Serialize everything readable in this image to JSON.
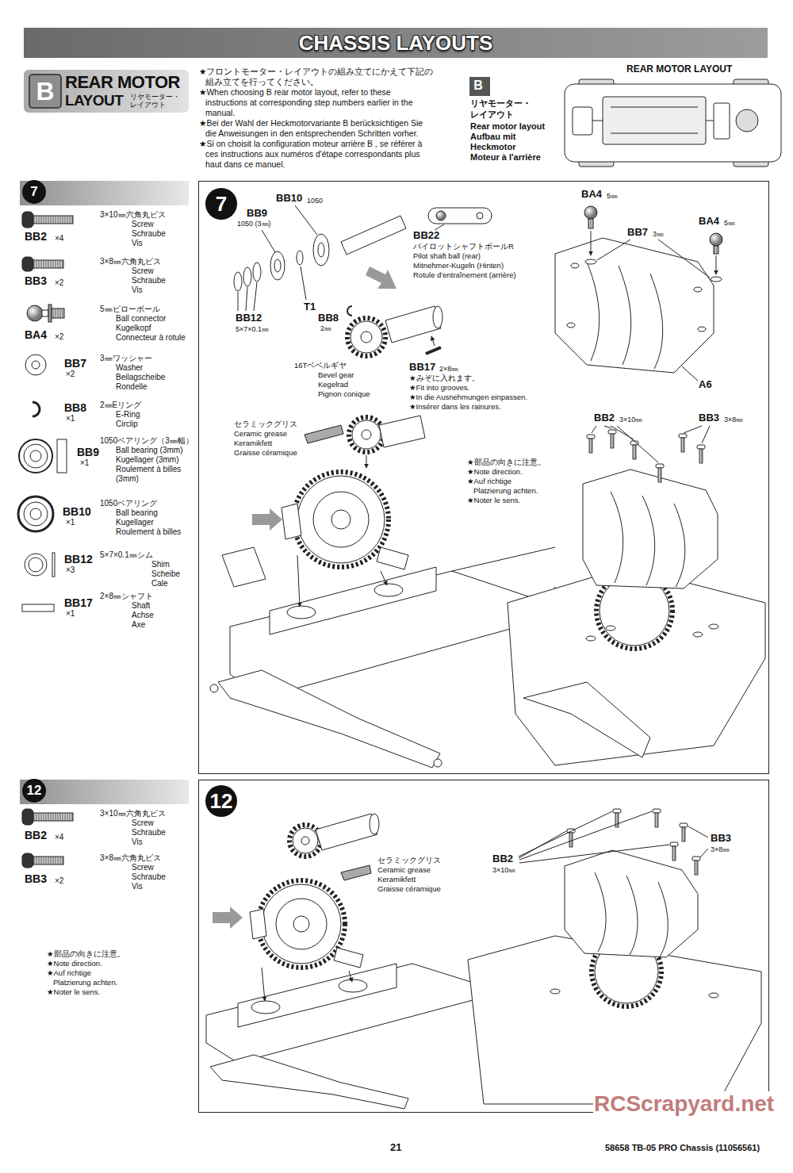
{
  "diagram": {
    "title": "CHASSIS LAYOUTS",
    "nodes": [
      {
        "text": [
          "B",
          "REAR MOTOR",
          "LAYOUT",
          "リヤモーター・ レイアウト"
        ]
      },
      {
        "text": [
          "B"
        ]
      },
      {
        "text": [
          "REAR MOTOR LAYOUT"
        ]
      },
      {
        "text": [
          "7"
        ]
      },
      {
        "text": [
          "7"
        ]
      },
      {
        "text": [
          "12"
        ]
      },
      {
        "text": [
          "12"
        ]
      }
    ],
    "labels": [
      "★フロントモーター・レイアウトの組み立てにかえて下記の",
      "組み立てを行ってください。",
      "★When choosing B rear motor layout, refer to these",
      "instructions at corresponding step numbers earlier in the",
      "manual.",
      "★Bei der Wahl der Heckmotorvariante B berücksichtigen Sie",
      "die Anweisungen in den entsprechenden Schritten vorher.",
      "★Si on choisit la configuration moteur arrière B , se référer à",
      "ces instructions aux numéros d'étape correspondants plus",
      "haut dans ce manuel.",
      "リヤモーター・",
      "レイアウト",
      "Rear motor layout",
      "Aufbau mit",
      "Heckmotor",
      "Moteur à l'arrière",
      "BB2",
      "×4",
      "3×10㎜六角丸ビス",
      "Screw",
      "Schraube",
      "Vis",
      "BB3",
      "×2",
      "3×8㎜六角丸ビス",
      "Screw",
      "Schraube",
      "Vis",
      "BA4",
      "×2",
      "5㎜ピローボール",
      "Ball connector",
      "Kugelkopf",
      "Connecteur à rotule",
      "BB7",
      "×2",
      "3㎜ワッシャー",
      "Washer",
      "Beilagscheibe",
      "Rondelle",
      "BB8",
      "×1",
      "2㎜Eリング",
      "E-Ring",
      "Circlip",
      "BB9",
      "×1",
      "1050ベアリング（3㎜幅）",
      "Ball bearing (3mm)",
      "Kugellager (3mm)",
      "Roulement à billes",
      "(3mm)",
      "BB10",
      "×1",
      "1050ベアリング",
      "Ball bearing",
      "Kugellager",
      "Roulement à billes",
      "BB12",
      "×3",
      "5×7×0.1㎜シム",
      "Shim",
      "Scheibe",
      "Cale",
      "BB17",
      "×1",
      "2×8㎜シャフト",
      "Shaft",
      "Achse",
      "Axe",
      "BB2",
      "×4",
      "3×10㎜六角丸ビス",
      "Screw",
      "Schraube",
      "Vis",
      "BB3",
      "×2",
      "3×8㎜六角丸ビス",
      "Screw",
      "Schraube",
      "Vis",
      "BB10",
      "1050",
      "BB9",
      "1050 (3㎜)",
      "BB22",
      "パイロットシャフトボールR",
      "Pilot shaft ball (rear)",
      "Mitnehmer-Kugeln (Hinten)",
      "Rotule d'entraînement (arrière)",
      "T1",
      "BB8",
      "2㎜",
      "BB12",
      "5×7×0.1㎜",
      "16Tベベルギヤ",
      "Bevel gear",
      "Kegelrad",
      "Pignon conique",
      "BB17",
      "2×8㎜",
      "★みぞに入れます。",
      "★Fit into grooves.",
      "★In die Ausnehmungen einpassen.",
      "★Insérer dans les rainures.",
      "セラミックグリス",
      "Ceramic grease",
      "Keramikfett",
      "Graisse céramique",
      "★部品の向きに注意。",
      "★Note direction.",
      "★Auf richtige",
      "Platzierung achten.",
      "★Noter le sens.",
      "BA4",
      "5㎜",
      "BA4",
      "5㎜",
      "BB7",
      "3㎜",
      "A6",
      "BB2",
      "3×10㎜",
      "BB3",
      "3×8㎜",
      "セラミックグリス",
      "Ceramic grease",
      "Keramikfett",
      "Graisse céramique",
      "★部品の向きに注意。",
      "★Note direction.",
      "★Auf richtige",
      "Platzierung achten.",
      "★Noter le sens.",
      "BB2",
      "3×10㎜",
      "BB3",
      "3×8㎜",
      "21",
      "58658 TB-05 PRO Chassis (11056561)",
      "RCScrapyard.net"
    ]
  }
}
